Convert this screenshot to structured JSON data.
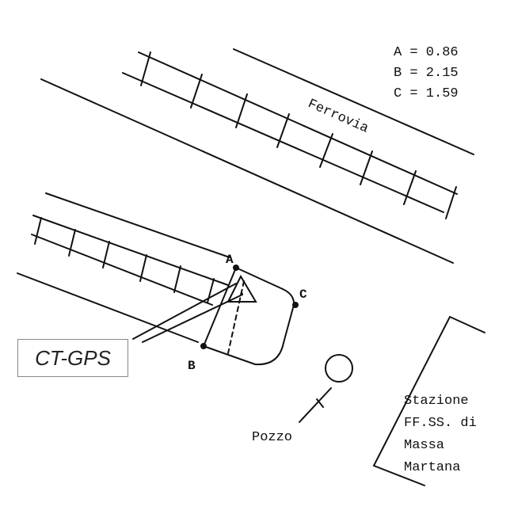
{
  "legend": {
    "a": "A = 0.86",
    "b": "B = 2.15",
    "c": "C = 1.59"
  },
  "labels": {
    "railway": "Ferrovia",
    "point_a": "A",
    "point_b": "B",
    "point_c": "C",
    "well": "Pozzo",
    "instrument": "CT-GPS"
  },
  "station": {
    "line1": "Stazione",
    "line2": "FF.SS. di",
    "line3": "Massa",
    "line4": "Martana"
  },
  "colors": {
    "ink": "#111111",
    "box_border": "#888888"
  }
}
